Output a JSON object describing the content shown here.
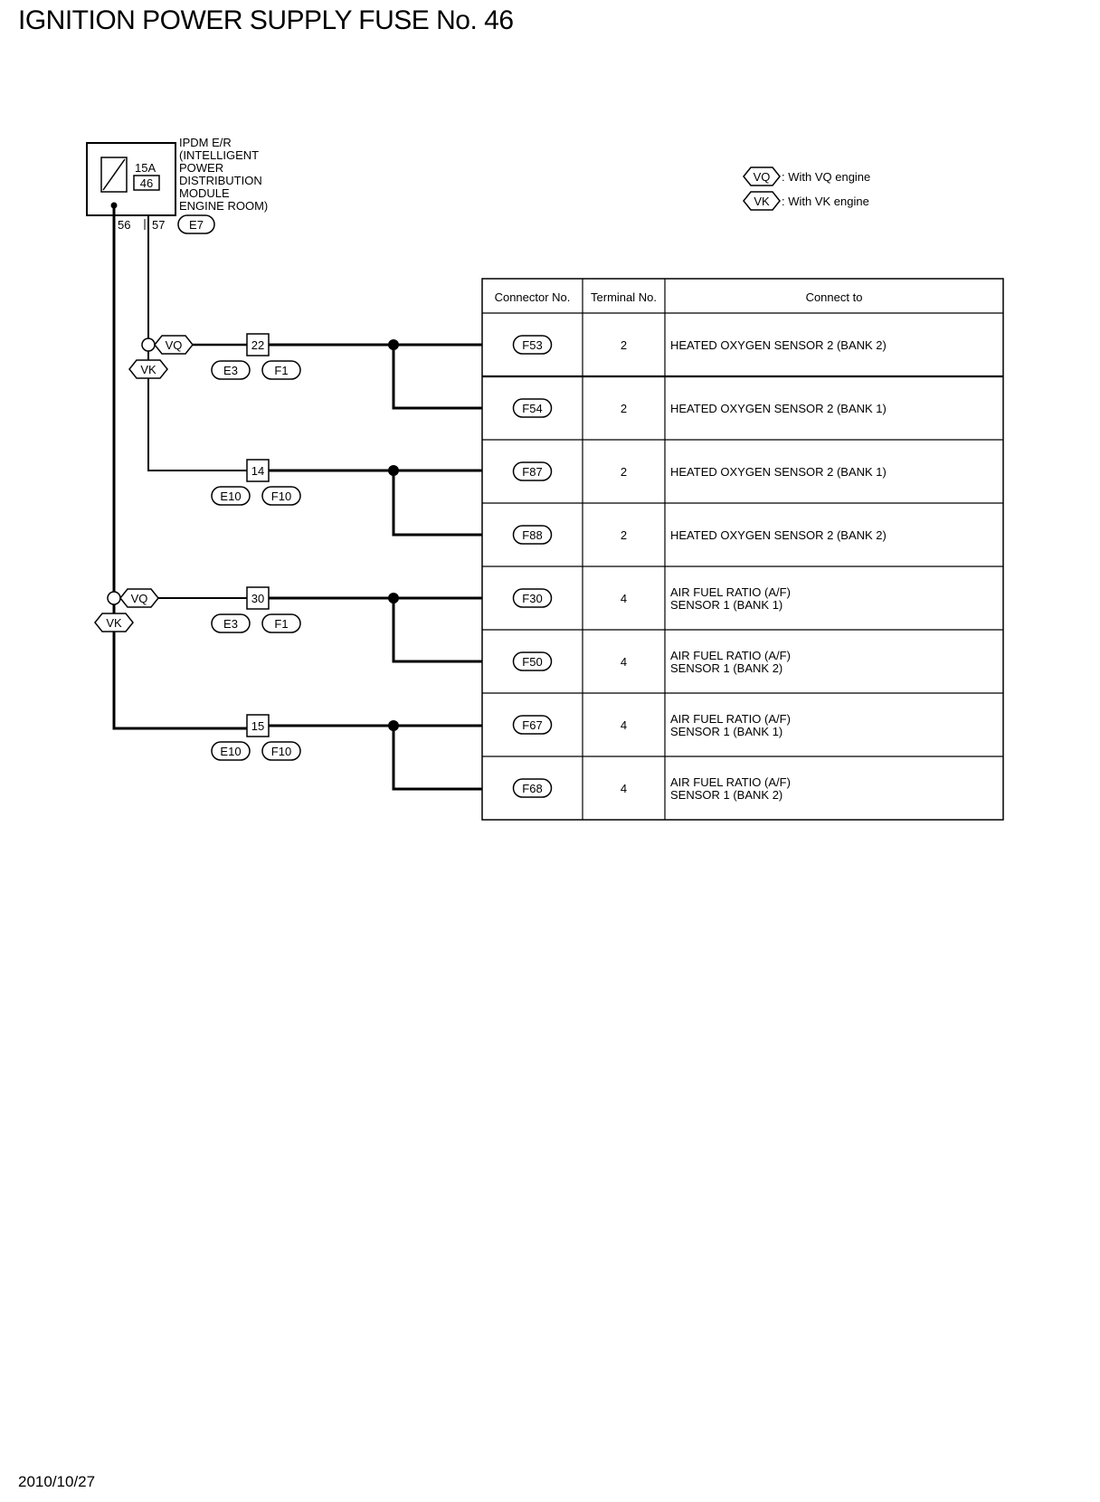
{
  "title": "IGNITION POWER SUPPLY FUSE No. 46",
  "footer_date": "2010/10/27",
  "module": {
    "label_lines": [
      "IPDM E/R",
      "(INTELLIGENT",
      " POWER",
      " DISTRIBUTION",
      " MODULE",
      " ENGINE ROOM)"
    ],
    "fuse_rating": "15A",
    "fuse_number": "46",
    "terminal_left": "56",
    "terminal_right": "57",
    "connector": "E7"
  },
  "legend": [
    {
      "tag": "VQ",
      "text": ": With VQ engine"
    },
    {
      "tag": "VK",
      "text": ": With VK engine"
    }
  ],
  "branches": [
    {
      "tag": "VQ",
      "tag_extra": "VK",
      "pin": "22",
      "connectors": [
        "E3",
        "F1"
      ]
    },
    {
      "tag": "",
      "tag_extra": "",
      "pin": "14",
      "connectors": [
        "E10",
        "F10"
      ]
    },
    {
      "tag": "VQ",
      "tag_extra": "VK",
      "pin": "30",
      "connectors": [
        "E3",
        "F1"
      ]
    },
    {
      "tag": "",
      "tag_extra": "",
      "pin": "15",
      "connectors": [
        "E10",
        "F10"
      ]
    }
  ],
  "table": {
    "headers": [
      "Connector No.",
      "Terminal No.",
      "Connect to"
    ],
    "rows": [
      {
        "connector": "F53",
        "terminal": "2",
        "connect_to": [
          "HEATED OXYGEN SENSOR 2 (BANK 2)"
        ]
      },
      {
        "connector": "F54",
        "terminal": "2",
        "connect_to": [
          "HEATED OXYGEN SENSOR 2 (BANK 1)"
        ]
      },
      {
        "connector": "F87",
        "terminal": "2",
        "connect_to": [
          "HEATED OXYGEN SENSOR 2 (BANK 1)"
        ]
      },
      {
        "connector": "F88",
        "terminal": "2",
        "connect_to": [
          "HEATED OXYGEN SENSOR 2 (BANK 2)"
        ]
      },
      {
        "connector": "F30",
        "terminal": "4",
        "connect_to": [
          "AIR FUEL RATIO (A/F)",
          "SENSOR 1 (BANK 1)"
        ]
      },
      {
        "connector": "F50",
        "terminal": "4",
        "connect_to": [
          "AIR FUEL RATIO (A/F)",
          "SENSOR 1 (BANK 2)"
        ]
      },
      {
        "connector": "F67",
        "terminal": "4",
        "connect_to": [
          "AIR FUEL RATIO (A/F)",
          "SENSOR 1 (BANK 1)"
        ]
      },
      {
        "connector": "F68",
        "terminal": "4",
        "connect_to": [
          "AIR FUEL RATIO (A/F)",
          "SENSOR 1 (BANK 2)"
        ]
      }
    ]
  }
}
